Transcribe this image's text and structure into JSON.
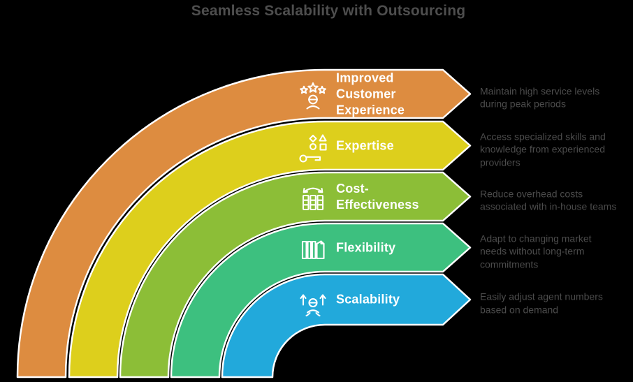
{
  "title": "Seamless Scalability with Outsourcing",
  "colors": {
    "background": "#000000",
    "title_text": "#4e4e4e",
    "band_border": "#ffffff",
    "label_text": "#ffffff",
    "description_text": "#4c4c4c"
  },
  "bands": [
    {
      "label": "Improved\nCustomer\nExperience",
      "description": "Maintain high service levels\nduring peak periods",
      "color": "#dd8c40",
      "icon": "customer-stars-icon"
    },
    {
      "label": "Expertise",
      "description": "Access specialized skills and\nknowledge from experienced\nproviders",
      "color": "#ddcf1c",
      "icon": "key-shapes-icon"
    },
    {
      "label": "Cost-\nEffectiveness",
      "description": "Reduce overhead costs\nassociated with in-house teams",
      "color": "#8cbe37",
      "icon": "columns-sync-icon"
    },
    {
      "label": "Flexibility",
      "description": "Adapt to changing market\nneeds without long-term\ncommitments",
      "color": "#3dc07f",
      "icon": "planks-icon"
    },
    {
      "label": "Scalability",
      "description": "Easily adjust agent numbers\nbased on demand",
      "color": "#22a9db",
      "icon": "person-arrows-icon"
    }
  ]
}
